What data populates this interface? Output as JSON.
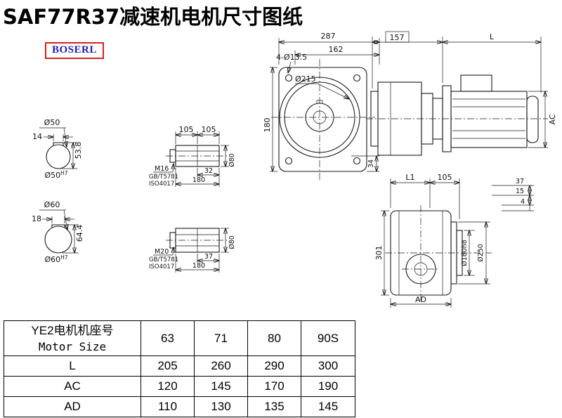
{
  "page": {
    "title": "SAF77R37减速机电机尺寸图纸",
    "logo": "BOSERL"
  },
  "views": {
    "shaft_end_1": {
      "dia": "Ø50",
      "key_width": "14",
      "depth": "53.8",
      "bore_base": "Ø50",
      "bore_tol": "H7"
    },
    "shaft_end_2": {
      "dia": "Ø60",
      "key_width": "18",
      "depth": "64.4",
      "bore_base": "Ø60",
      "bore_tol": "H7"
    },
    "shaft_detail_1": {
      "seg_a": "105",
      "seg_b": "105",
      "thread": "M16",
      "std1": "GB/T5781",
      "std2": "ISO4017",
      "thread_len": "32",
      "total_len": "180",
      "dia": "Ø80"
    },
    "shaft_detail_2": {
      "thread": "M20",
      "std1": "GB/T5781",
      "std2": "ISO4017",
      "thread_len": "37",
      "total_len": "180",
      "dia": "Ø80"
    },
    "front_view": {
      "overall_width": "287",
      "flange_width": "162",
      "bolt_holes": "4-Ø13.5",
      "flange_dia": "Ø215",
      "height": "180",
      "foot_height": "34"
    },
    "side_view": {
      "gear_len": "157",
      "motor_len": "L",
      "motor_height": "AC"
    },
    "bottom_view": {
      "dim_l1": "L1",
      "dim_flange": "105",
      "dim_a": "37",
      "dim_b": "15",
      "dim_c": "4",
      "height": "301",
      "spigot": "Ø180h8",
      "flange": "Ø250",
      "width": "AD"
    }
  },
  "table": {
    "header": {
      "line1": "YE2电机机座号",
      "line2": "Motor Size",
      "sizes": [
        "63",
        "71",
        "80",
        "90S"
      ]
    },
    "rows": [
      {
        "label": "L",
        "values": [
          "205",
          "260",
          "290",
          "300"
        ]
      },
      {
        "label": "AC",
        "values": [
          "120",
          "145",
          "170",
          "190"
        ]
      },
      {
        "label": "AD",
        "values": [
          "110",
          "130",
          "135",
          "145"
        ]
      }
    ]
  }
}
